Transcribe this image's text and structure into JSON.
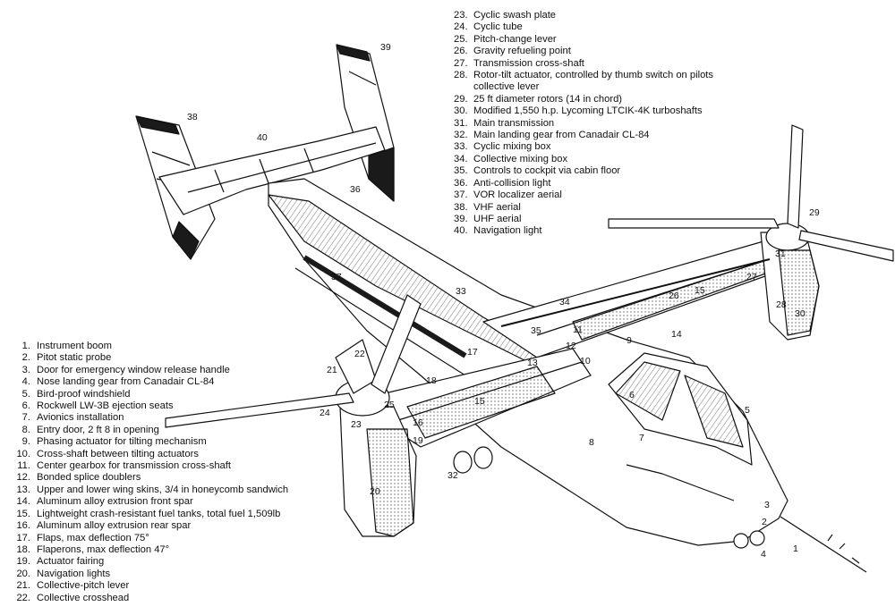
{
  "legend_left": [
    {
      "num": "1.",
      "text": "Instrument boom"
    },
    {
      "num": "2.",
      "text": "Pitot static probe"
    },
    {
      "num": "3.",
      "text": "Door for emergency window release handle"
    },
    {
      "num": "4.",
      "text": "Nose landing gear from Canadair CL-84"
    },
    {
      "num": "5.",
      "text": "Bird-proof windshield"
    },
    {
      "num": "6.",
      "text": "Rockwell LW-3B ejection seats"
    },
    {
      "num": "7.",
      "text": "Avionics installation"
    },
    {
      "num": "8.",
      "text": "Entry door, 2 ft 8 in opening"
    },
    {
      "num": "9.",
      "text": "Phasing actuator for tilting mechanism"
    },
    {
      "num": "10.",
      "text": "Cross-shaft between tilting actuators"
    },
    {
      "num": "11.",
      "text": "Center gearbox for transmission cross-shaft"
    },
    {
      "num": "12.",
      "text": "Bonded splice doublers"
    },
    {
      "num": "13.",
      "text": "Upper and lower wing skins, 3/4 in honeycomb sandwich"
    },
    {
      "num": "14.",
      "text": "Aluminum alloy extrusion front spar"
    },
    {
      "num": "15.",
      "text": "Lightweight crash-resistant fuel tanks, total fuel 1,509lb"
    },
    {
      "num": "16.",
      "text": "Aluminum alloy extrusion rear spar"
    },
    {
      "num": "17.",
      "text": "Flaps, max deflection 75°"
    },
    {
      "num": "18.",
      "text": "Flaperons, max deflection 47°"
    },
    {
      "num": "19.",
      "text": "Actuator fairing"
    },
    {
      "num": "20.",
      "text": "Navigation lights"
    },
    {
      "num": "21.",
      "text": "Collective-pitch lever"
    },
    {
      "num": "22.",
      "text": "Collective crosshead"
    }
  ],
  "legend_top": [
    {
      "num": "23.",
      "text": "Cyclic swash plate"
    },
    {
      "num": "24.",
      "text": "Cyclic tube"
    },
    {
      "num": "25.",
      "text": "Pitch-change lever"
    },
    {
      "num": "26.",
      "text": "Gravity refueling point"
    },
    {
      "num": "27.",
      "text": "Transmission cross-shaft"
    },
    {
      "num": "28.",
      "text": "Rotor-tilt actuator, controlled by thumb switch on pilots"
    },
    {
      "num": "",
      "text": "collective lever"
    },
    {
      "num": "29.",
      "text": "25 ft diameter rotors (14 in chord)"
    },
    {
      "num": "30.",
      "text": "Modified 1,550 h.p. Lycoming LTCIK-4K turboshafts"
    },
    {
      "num": "31.",
      "text": "Main transmission"
    },
    {
      "num": "32.",
      "text": "Main landing gear from Canadair CL-84"
    },
    {
      "num": "33.",
      "text": "Cyclic mixing box"
    },
    {
      "num": "34.",
      "text": "Collective mixing box"
    },
    {
      "num": "35.",
      "text": "Controls to cockpit via cabin floor"
    },
    {
      "num": "36.",
      "text": "Anti-collision light"
    },
    {
      "num": "37.",
      "text": "VOR localizer aerial"
    },
    {
      "num": "38.",
      "text": "VHF aerial"
    },
    {
      "num": "39.",
      "text": "UHF aerial"
    },
    {
      "num": "40.",
      "text": "Navigation light"
    }
  ],
  "callouts": [
    "1",
    "2",
    "3",
    "4",
    "5",
    "6",
    "7",
    "8",
    "9",
    "10",
    "11",
    "12",
    "13",
    "14",
    "15",
    "15",
    "16",
    "17",
    "18",
    "19",
    "20",
    "21",
    "22",
    "23",
    "24",
    "25",
    "26",
    "27",
    "28",
    "29",
    "30",
    "31",
    "32",
    "33",
    "34",
    "35",
    "36",
    "37",
    "38",
    "39",
    "40"
  ],
  "colors": {
    "ink": "#111111",
    "shade": "#8a8a8a",
    "dark": "#1a1a1a"
  }
}
